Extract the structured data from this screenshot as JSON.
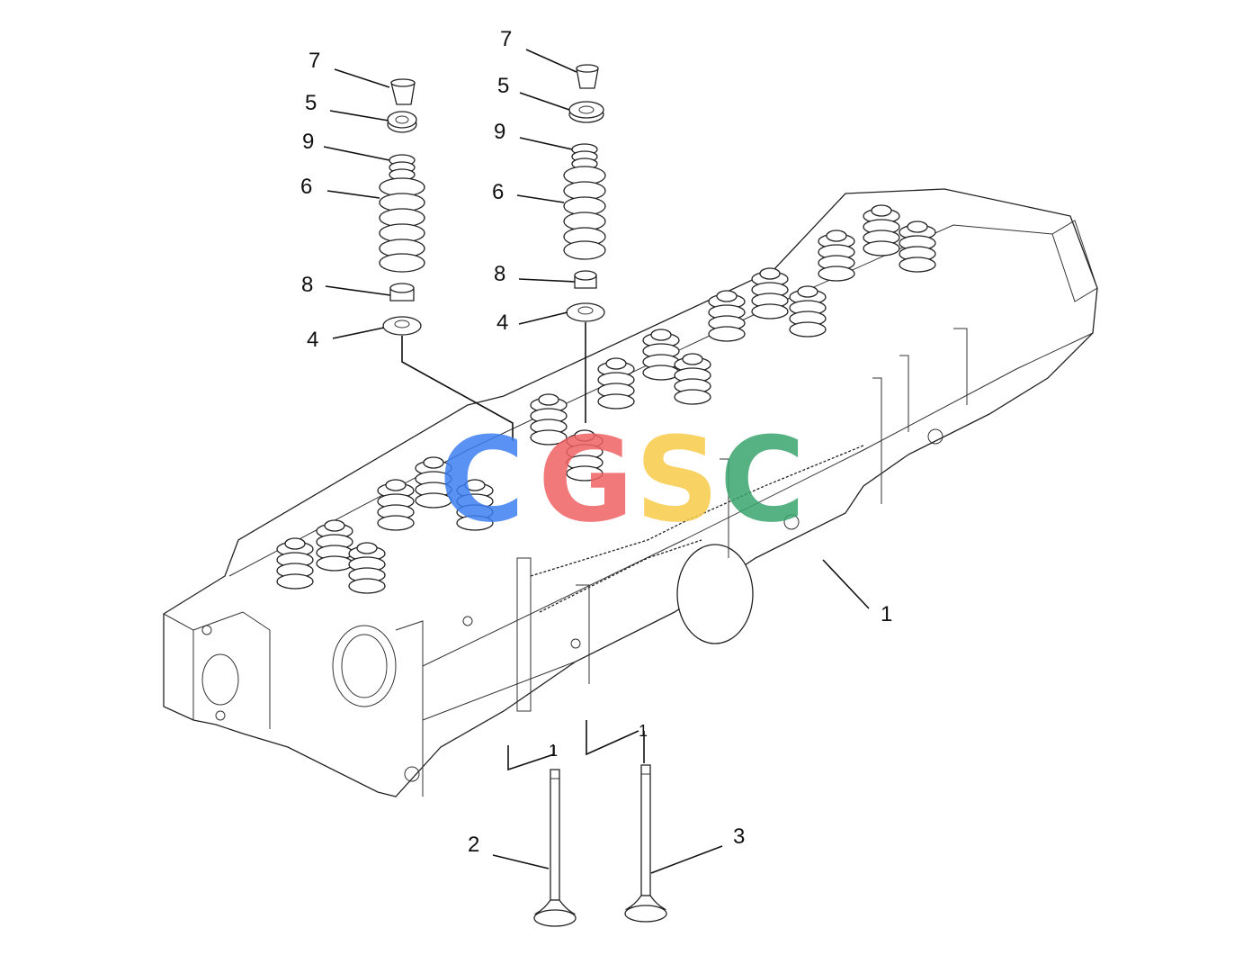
{
  "callouts": {
    "c1": "1",
    "c2": "2",
    "c3": "3",
    "c4a": "4",
    "c4b": "4",
    "c5a": "5",
    "c5b": "5",
    "c6a": "6",
    "c6b": "6",
    "c7a": "7",
    "c7b": "7",
    "c8a": "8",
    "c8b": "8",
    "c9a": "9",
    "c9b": "9",
    "ref_a": "1",
    "ref_b": "1"
  },
  "watermark": {
    "letters": [
      "C",
      "G",
      "S",
      "C"
    ],
    "colors": [
      "#3d7ff0",
      "#f06262",
      "#f7cc4a",
      "#3aa56e"
    ]
  }
}
